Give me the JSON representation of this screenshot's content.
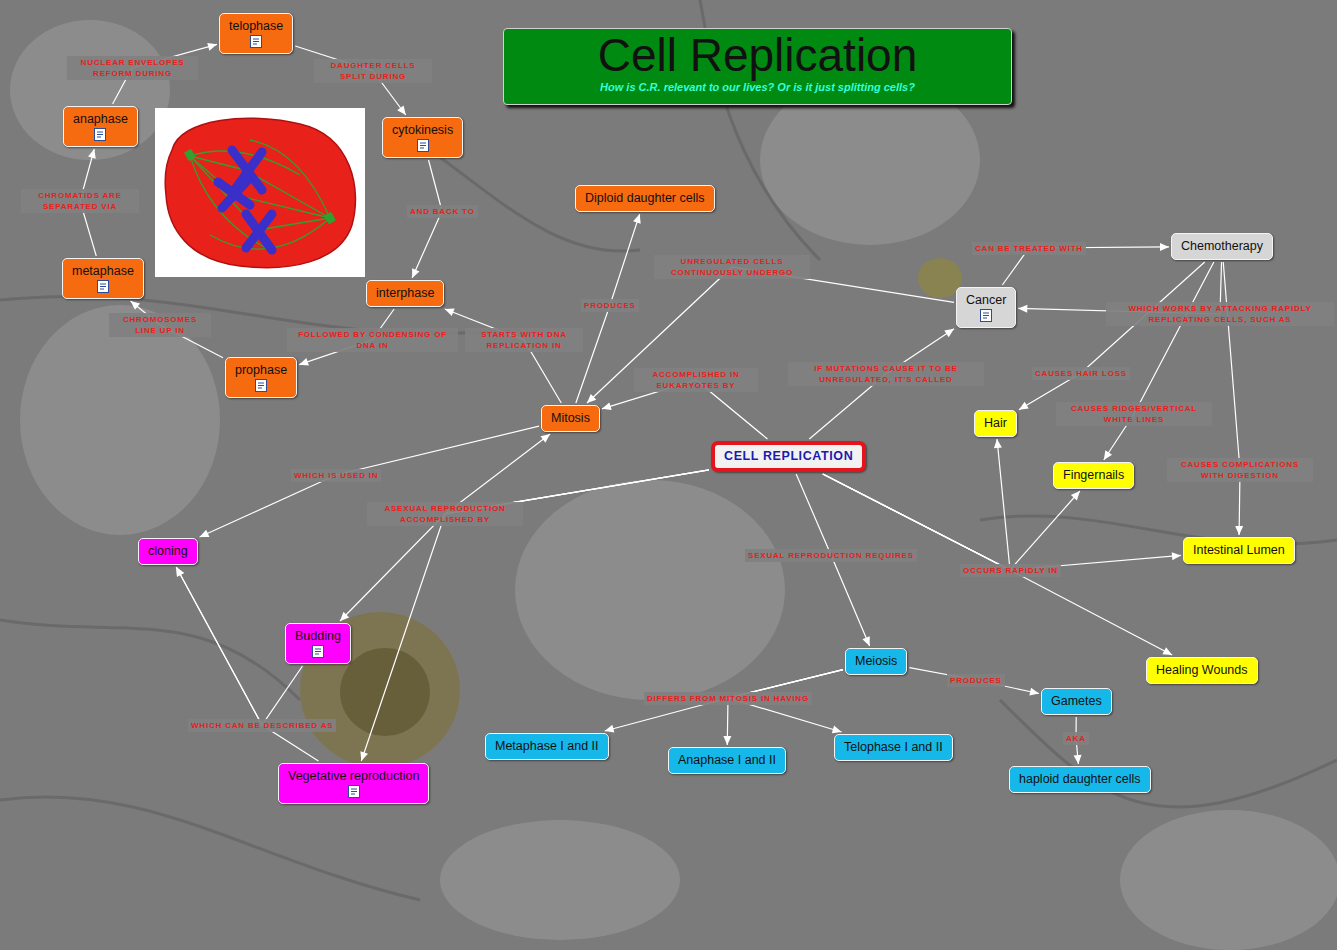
{
  "diagram": {
    "title": "Cell Replication",
    "nodes": [
      {
        "text": [
          "telophase"
        ]
      },
      {
        "text": [
          "anaphase"
        ]
      },
      {
        "text": [
          "cytokinesis"
        ]
      },
      {
        "text": [
          "Diploid daughter cells"
        ]
      },
      {
        "text": [
          "Chemotherapy"
        ]
      },
      {
        "text": [
          "metaphase"
        ]
      },
      {
        "text": [
          "interphase"
        ]
      },
      {
        "text": [
          "Cancer"
        ]
      },
      {
        "text": [
          "prophase"
        ]
      },
      {
        "text": [
          "Mitosis"
        ]
      },
      {
        "text": [
          "CELL REPLICATION"
        ]
      },
      {
        "text": [
          "Hair"
        ]
      },
      {
        "text": [
          "Fingernails"
        ]
      },
      {
        "text": [
          "cloning"
        ]
      },
      {
        "text": [
          "Intestinal Lumen"
        ]
      },
      {
        "text": [
          "Budding"
        ]
      },
      {
        "text": [
          "Meiosis"
        ]
      },
      {
        "text": [
          "Healing Wounds"
        ]
      },
      {
        "text": [
          "Gametes"
        ]
      },
      {
        "text": [
          "Metaphase I and II"
        ]
      },
      {
        "text": [
          "Anaphase I and II"
        ]
      },
      {
        "text": [
          "Telophase I and II"
        ]
      },
      {
        "text": [
          "Vegetative reproduction"
        ]
      },
      {
        "text": [
          "haploid daughter cells"
        ]
      }
    ],
    "edges": [
      {
        "from": 1,
        "to": 0,
        "arrow": "to",
        "label": "NUCLEAR ENVELOPES REFORM DURING"
      },
      {
        "from": 0,
        "to": 2,
        "arrow": "to",
        "label": "DAUGHTER CELLS SPLIT DURING"
      },
      {
        "from": 2,
        "to": 6,
        "arrow": "to",
        "label": "AND BACK TO"
      },
      {
        "from": 5,
        "to": 1,
        "arrow": "to",
        "label": "CHROMATIDS ARE SEPARATED VIA"
      },
      {
        "from": 8,
        "to": 5,
        "arrow": "to",
        "label": "CHROMOSOMES LINE UP IN"
      },
      {
        "from": 6,
        "to": 8,
        "arrow": "to",
        "label": "FOLLOWED BY CONDENSING OF DNA IN"
      },
      {
        "from": 9,
        "to": 6,
        "arrow": "to",
        "label": "STARTS WITH DNA REPLICATION IN"
      },
      {
        "from": 9,
        "to": 3,
        "arrow": "to",
        "label": "PRODUCES"
      },
      {
        "from": 10,
        "to": 9,
        "arrow": "to",
        "label": "ACCOMPLISHED IN EUKARYOTES BY"
      },
      {
        "from": 10,
        "to": 7,
        "arrow": "to",
        "label": "IF MUTATIONS CAUSE IT TO BE UNREGULATED, IT'S CALLED"
      },
      {
        "from": 7,
        "to": 9,
        "arrow": "to",
        "label": "UNREGULATED CELLS CONTINUOUSLY UNDERGO"
      },
      {
        "from": 7,
        "to": 4,
        "arrow": "to",
        "label": "CAN BE TREATED WITH"
      },
      {
        "from": 4,
        "to": 7,
        "arrow": "to",
        "label": "WHICH WORKS BY ATTACKING RAPIDLY REPLICATING CELLS, SUCH AS"
      },
      {
        "from": 4,
        "to": 11,
        "arrow": "to",
        "label": "CAUSES HAIR LOSS"
      },
      {
        "from": 4,
        "to": 12,
        "arrow": "to",
        "label": "CAUSES RIDGES/VERTICAL WHITE LINES"
      },
      {
        "from": 4,
        "to": 14,
        "arrow": "to",
        "label": "CAUSES COMPLICATIONS WITH DIGESTION"
      },
      {
        "from": 9,
        "to": 13,
        "arrow": "to",
        "label": "WHICH IS USED IN"
      },
      {
        "from": 10,
        "to": 15,
        "arrow": "to",
        "label": "ASEXUAL REPRODUCTION ACCOMPLISHED BY"
      },
      {
        "from": 10,
        "to": 22,
        "arrow": "to"
      },
      {
        "from": 10,
        "to": 9,
        "arrow": "to"
      },
      {
        "from": 15,
        "to": 13,
        "arrow": "to",
        "label": "WHICH CAN BE DESCRIBED AS"
      },
      {
        "from": 22,
        "to": 13,
        "arrow": "to"
      },
      {
        "from": 10,
        "to": 16,
        "arrow": "to",
        "label": "SEXUAL REPRODUCTION REQUIRES"
      },
      {
        "from": 16,
        "to": 19,
        "arrow": "to",
        "label": "DIFFERS FROM MITOSIS IN HAVING"
      },
      {
        "from": 16,
        "to": 20,
        "arrow": "to"
      },
      {
        "from": 16,
        "to": 21,
        "arrow": "to"
      },
      {
        "from": 16,
        "to": 18,
        "arrow": "to",
        "label": "PRODUCES"
      },
      {
        "from": 18,
        "to": 23,
        "arrow": "to",
        "label": "AKA"
      },
      {
        "from": 10,
        "to": 11,
        "arrow": "to",
        "label": "OCCURS RAPIDLY IN"
      },
      {
        "from": 10,
        "to": 12,
        "arrow": "to"
      },
      {
        "from": 10,
        "to": 14,
        "arrow": "to"
      },
      {
        "from": 10,
        "to": 17,
        "arrow": "to"
      }
    ],
    "labels": [
      "How is C.R. relevant to our lives? Or is it just splitting cells?"
    ]
  }
}
